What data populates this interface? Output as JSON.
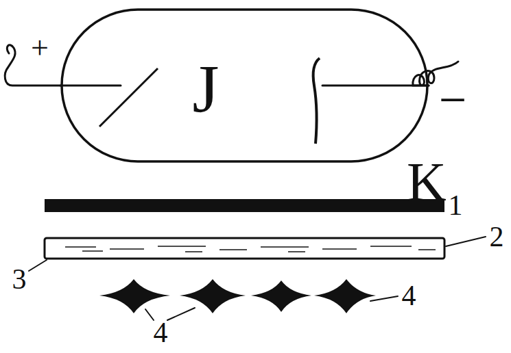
{
  "diagram": {
    "nodes": [
      {
        "text": [
          "J"
        ]
      }
    ],
    "labels": [
      "+",
      "−",
      "K",
      "1",
      "2",
      "3",
      "4",
      "4"
    ]
  }
}
